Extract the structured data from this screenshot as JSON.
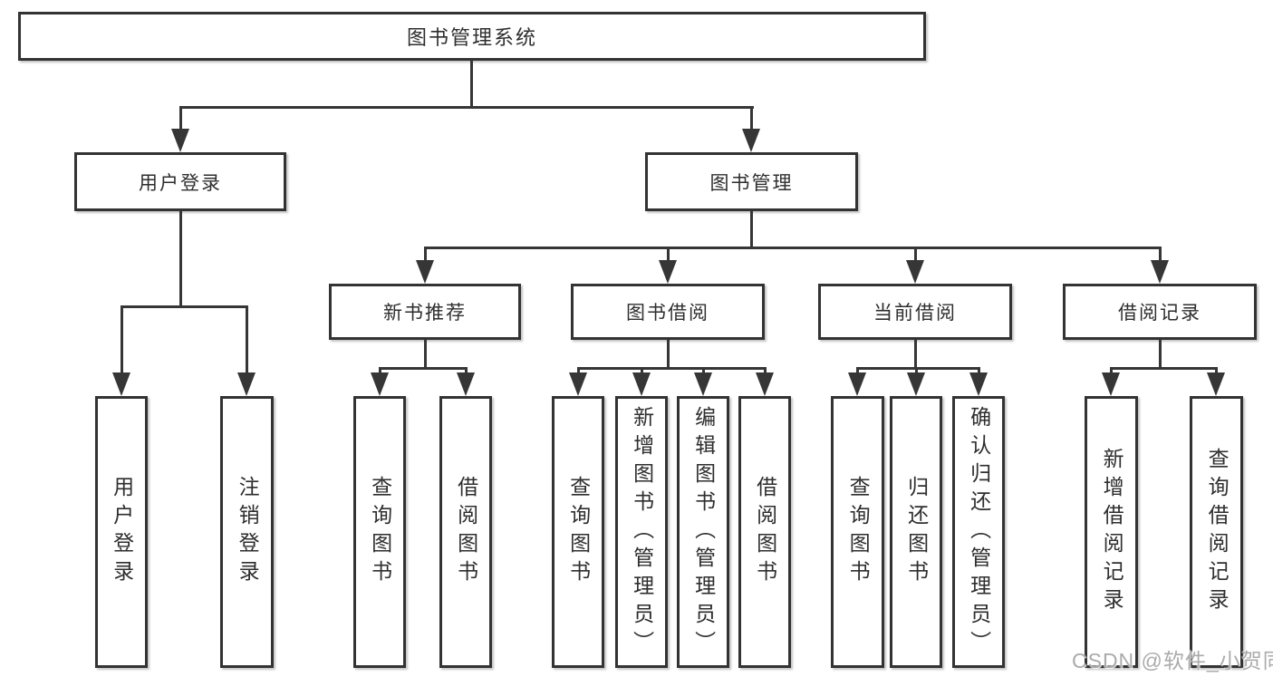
{
  "diagram": {
    "title": "图书管理系统",
    "type": "hierarchy-tree"
  },
  "colors": {
    "background": "#ffffff",
    "box_border": "#333333",
    "connector_line": "#363636",
    "text": "#2e2e2e",
    "watermark": "#ababab"
  },
  "watermark": {
    "text": "CSDN @软件_小贺同学"
  },
  "nodes": {
    "root": {
      "label": "图书管理系统",
      "children": [
        "user_login_group",
        "book_management"
      ]
    },
    "user_login_group": {
      "label": "用户登录",
      "children": [
        "user_login",
        "logout_login"
      ]
    },
    "user_login": {
      "label": "用户登录",
      "children": []
    },
    "logout_login": {
      "label": "注销登录",
      "children": []
    },
    "book_management": {
      "label": "图书管理",
      "children": [
        "new_book_recommend",
        "book_borrow",
        "current_borrow",
        "borrow_record"
      ]
    },
    "new_book_recommend": {
      "label": "新书推荐",
      "children": [
        "nbr_query_book",
        "nbr_borrow_book"
      ]
    },
    "nbr_query_book": {
      "label": "查询图书",
      "children": []
    },
    "nbr_borrow_book": {
      "label": "借阅图书",
      "children": []
    },
    "book_borrow": {
      "label": "图书借阅",
      "children": [
        "bb_query_book",
        "bb_add_book",
        "bb_edit_book",
        "bb_borrow_book"
      ]
    },
    "bb_query_book": {
      "label": "查询图书",
      "children": []
    },
    "bb_add_book": {
      "label": "新增图书（管理员）",
      "children": []
    },
    "bb_edit_book": {
      "label": "编辑图书（管理员）",
      "children": []
    },
    "bb_borrow_book": {
      "label": "借阅图书",
      "children": []
    },
    "current_borrow": {
      "label": "当前借阅",
      "children": [
        "cb_query_book",
        "cb_return_book",
        "cb_confirm_return"
      ]
    },
    "cb_query_book": {
      "label": "查询图书",
      "children": []
    },
    "cb_return_book": {
      "label": "归还图书",
      "children": []
    },
    "cb_confirm_return": {
      "label": "确认归还（管理员）",
      "children": []
    },
    "borrow_record": {
      "label": "借阅记录",
      "children": [
        "br_add_record",
        "br_query_record"
      ]
    },
    "br_add_record": {
      "label": "新增借阅记录",
      "children": []
    },
    "br_query_record": {
      "label": "查询借阅记录",
      "children": []
    }
  }
}
